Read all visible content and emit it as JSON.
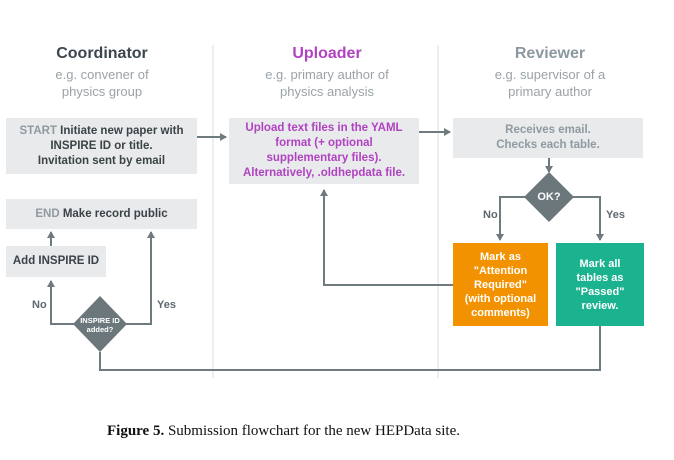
{
  "columns": {
    "coordinator": {
      "title": "Coordinator",
      "sub1": "e.g. convener of",
      "sub2": "physics group",
      "color": "#3b474d"
    },
    "uploader": {
      "title": "Uploader",
      "sub1": "e.g. primary author of",
      "sub2": "physics analysis",
      "color": "#b142c2"
    },
    "reviewer": {
      "title": "Reviewer",
      "sub1": "e.g. supervisor of a",
      "sub2": "primary  author",
      "color": "#8c9aa0"
    }
  },
  "boxes": {
    "start": {
      "tag": "START",
      "l1": "Initiate new paper with",
      "l2": "INSPIRE ID or title.",
      "l3": "Invitation sent by email"
    },
    "end": {
      "tag": "END",
      "text": "Make record public"
    },
    "add_inspire": "Add INSPIRE ID",
    "upload": {
      "l1": "Upload text files in the YAML",
      "l2": "format (+ optional",
      "l3": "supplementary files).",
      "l4": "Alternatively, .oldhepdata file."
    },
    "receive": {
      "l1": "Receives email.",
      "l2": "Checks each table."
    },
    "attention": {
      "l1": "Mark as",
      "l2": "\"Attention",
      "l3": "Required\"",
      "l4": "(with optional",
      "l5": "comments)",
      "color": "#f39200"
    },
    "passed": {
      "l1": "Mark all",
      "l2": "tables as",
      "l3": "\"Passed\"",
      "l4": "review.",
      "color": "#1bb28f"
    }
  },
  "decisions": {
    "inspire": {
      "l1": "INSPIRE ID",
      "l2": "added?",
      "no": "No",
      "yes": "Yes"
    },
    "ok": {
      "label": "OK?",
      "no": "No",
      "yes": "Yes"
    }
  },
  "caption": {
    "label": "Figure 5.",
    "text": "Submission flowchart for the new HEPData site."
  }
}
